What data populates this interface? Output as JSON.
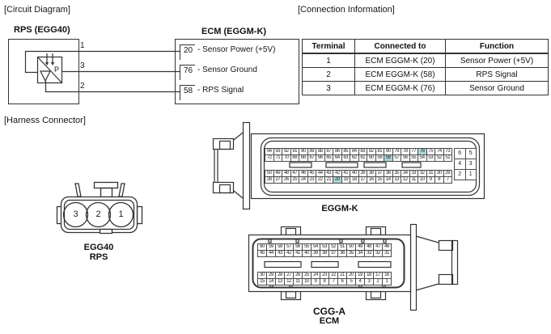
{
  "sections": {
    "circuit": "[Circuit Diagram]",
    "connection": "[Connection Information]",
    "harness": "[Harness Connector]"
  },
  "circuit": {
    "rps_title": "RPS (EGG40)",
    "ecm_title": "ECM (EGGM-K)",
    "sensor_label": "P",
    "wires": [
      {
        "number": "1"
      },
      {
        "number": "3"
      },
      {
        "number": "2"
      }
    ],
    "terminals": [
      {
        "pin": "20",
        "label": "- Sensor Power (+5V)"
      },
      {
        "pin": "76",
        "label": "- Sensor Ground"
      },
      {
        "pin": "58",
        "label": "- RPS Signal"
      }
    ]
  },
  "table": {
    "headers": [
      "Terminal",
      "Connected to",
      "Function"
    ],
    "rows": [
      [
        "1",
        "ECM EGGM-K (20)",
        "Sensor Power (+5V)"
      ],
      [
        "2",
        "ECM EGGM-K (58)",
        "RPS Signal"
      ],
      [
        "3",
        "ECM EGGM-K (76)",
        "Sensor Ground"
      ]
    ]
  },
  "egg40": {
    "pins": [
      "3",
      "2",
      "1"
    ],
    "name_label": "EGG40",
    "type_label": "RPS"
  },
  "eggmk": {
    "label": "EGGM-K",
    "highlight_color": "#a9d6da",
    "highlighted": [
      "76",
      "58",
      "20"
    ],
    "rows": [
      [
        "94",
        "93",
        "92",
        "91",
        "90",
        "89",
        "88",
        "87",
        "86",
        "85",
        "84",
        "83",
        "82",
        "81",
        "80",
        "79",
        "78",
        "77",
        "76",
        "75",
        "74",
        "73"
      ],
      [
        "72",
        "71",
        "70",
        "69",
        "68",
        "67",
        "66",
        "65",
        "64",
        "63",
        "62",
        "61",
        "60",
        "59",
        "58",
        "57",
        "56",
        "55",
        "54",
        "53",
        "52",
        "51"
      ],
      [
        "50",
        "49",
        "48",
        "47",
        "46",
        "45",
        "44",
        "43",
        "42",
        "41",
        "40",
        "39",
        "38",
        "37",
        "36",
        "35",
        "34",
        "33",
        "32",
        "31",
        "30",
        "29"
      ],
      [
        "28",
        "27",
        "26",
        "25",
        "24",
        "23",
        "22",
        "21",
        "20",
        "19",
        "18",
        "17",
        "16",
        "15",
        "14",
        "13",
        "12",
        "11",
        "10",
        "9",
        "8",
        "7"
      ]
    ],
    "side_rows": [
      [
        "6",
        "5"
      ],
      [
        "4",
        "3"
      ],
      [
        "2",
        "1"
      ]
    ]
  },
  "cgga": {
    "name_label": "CGG-A",
    "type_label": "ECM",
    "rows": [
      [
        "60",
        "59",
        "58",
        "57",
        "56",
        "55",
        "54",
        "53",
        "52",
        "51",
        "50",
        "49",
        "48",
        "47",
        "46"
      ],
      [
        "45",
        "44",
        "43",
        "42",
        "41",
        "40",
        "39",
        "38",
        "37",
        "36",
        "35",
        "34",
        "33",
        "32",
        "31"
      ],
      [
        "30",
        "29",
        "28",
        "27",
        "26",
        "25",
        "24",
        "23",
        "22",
        "21",
        "20",
        "19",
        "18",
        "17",
        "16"
      ],
      [
        "15",
        "14",
        "13",
        "12",
        "11",
        "10",
        "9",
        "8",
        "7",
        "6",
        "5",
        "4",
        "3",
        "2",
        "1"
      ]
    ]
  }
}
